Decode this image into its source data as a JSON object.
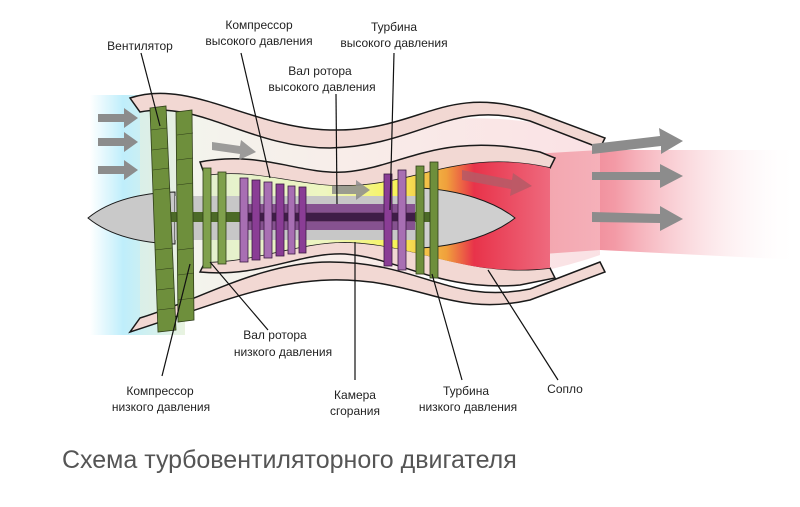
{
  "labels": {
    "fan": "Вентилятор",
    "hpc_1": "Компрессор",
    "hpc_2": "высокого давления",
    "hpt_1": "Турбина",
    "hpt_2": "высокого давления",
    "hp_shaft_1": "Вал ротора",
    "hp_shaft_2": "высокого давления",
    "lp_shaft_1": "Вал ротора",
    "lp_shaft_2": "низкого давления",
    "lpc_1": "Компрессор",
    "lpc_2": "низкого давления",
    "combustor_1": "Камера",
    "combustor_2": "сгорания",
    "lpt_1": "Турбина",
    "lpt_2": "низкого давления",
    "nozzle": "Сопло"
  },
  "caption": "Схема турбовентиляторного двигателя",
  "colors": {
    "casing": "#f2d8d3",
    "casing_stroke": "#1a1a1a",
    "fan_blade": "#6e8f3c",
    "lpc_blade": "#7fa04c",
    "hpc_blade": "#8a3d95",
    "shaft_dark": "#5c2a66",
    "hot_gas": "#e8334a",
    "flame_yellow": "#f6f53a",
    "arrow": "#8c8c8c",
    "cold_air": "#bfeefb"
  }
}
